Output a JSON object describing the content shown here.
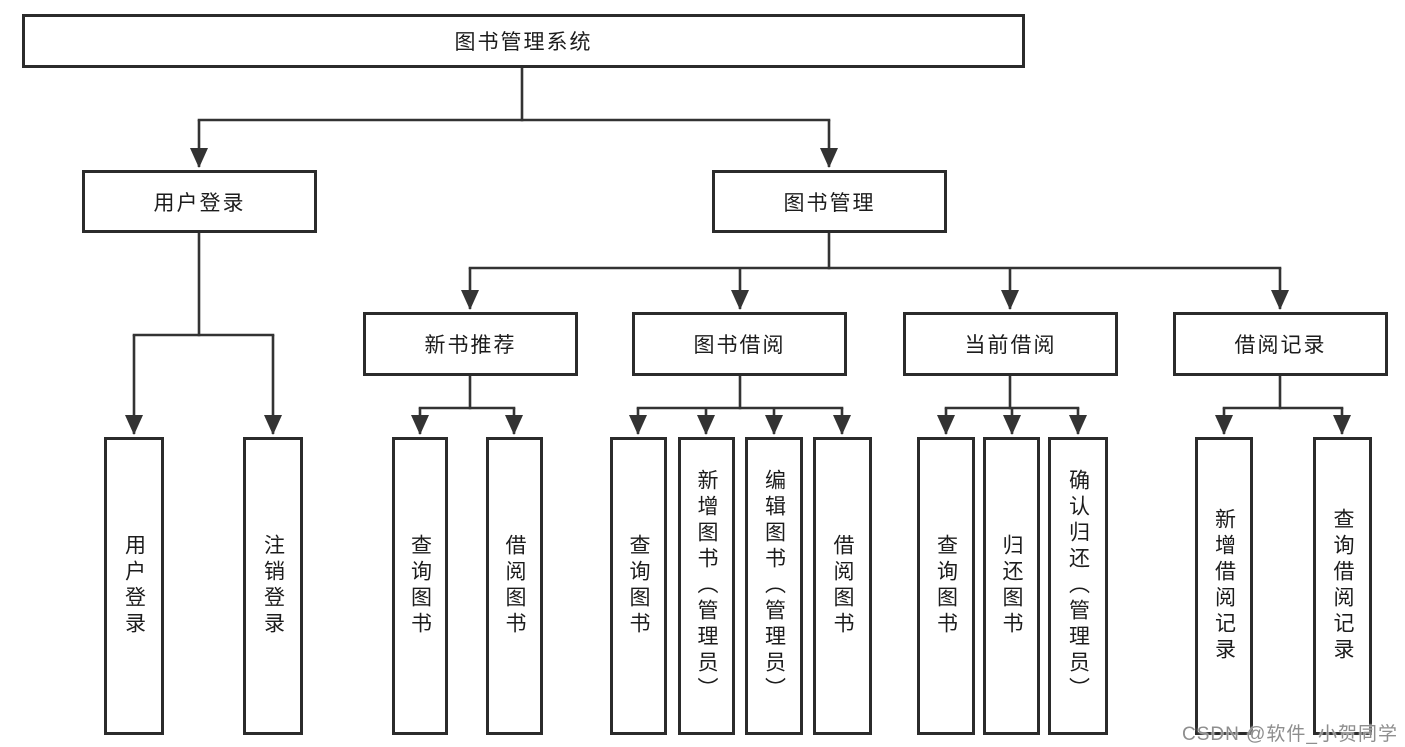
{
  "nodes": {
    "root": "图书管理系统",
    "user_login": "用户登录",
    "book_management": "图书管理",
    "new_book_recommend": "新书推荐",
    "book_borrowing": "图书借阅",
    "current_borrowing": "当前借阅",
    "borrowing_records": "借阅记录",
    "leaf_user_login": "用户登录",
    "leaf_logout": "注销登录",
    "rec_query_books": "查询图书",
    "rec_borrow_books": "借阅图书",
    "bb_query_books": "查询图书",
    "bb_add_books": "新增图书（管理员）",
    "bb_edit_books": "编辑图书（管理员）",
    "bb_borrow_books": "借阅图书",
    "cb_query_books": "查询图书",
    "cb_return_books": "归还图书",
    "cb_confirm_return": "确认归还（管理员）",
    "br_add_record": "新增借阅记录",
    "br_query_record": "查询借阅记录"
  },
  "colors": {
    "line": "#333333",
    "border": "#2b2b2b",
    "text": "#1c1c1c",
    "watermark": "#8e8e8e"
  },
  "watermark": "CSDN @软件_小贺同学"
}
